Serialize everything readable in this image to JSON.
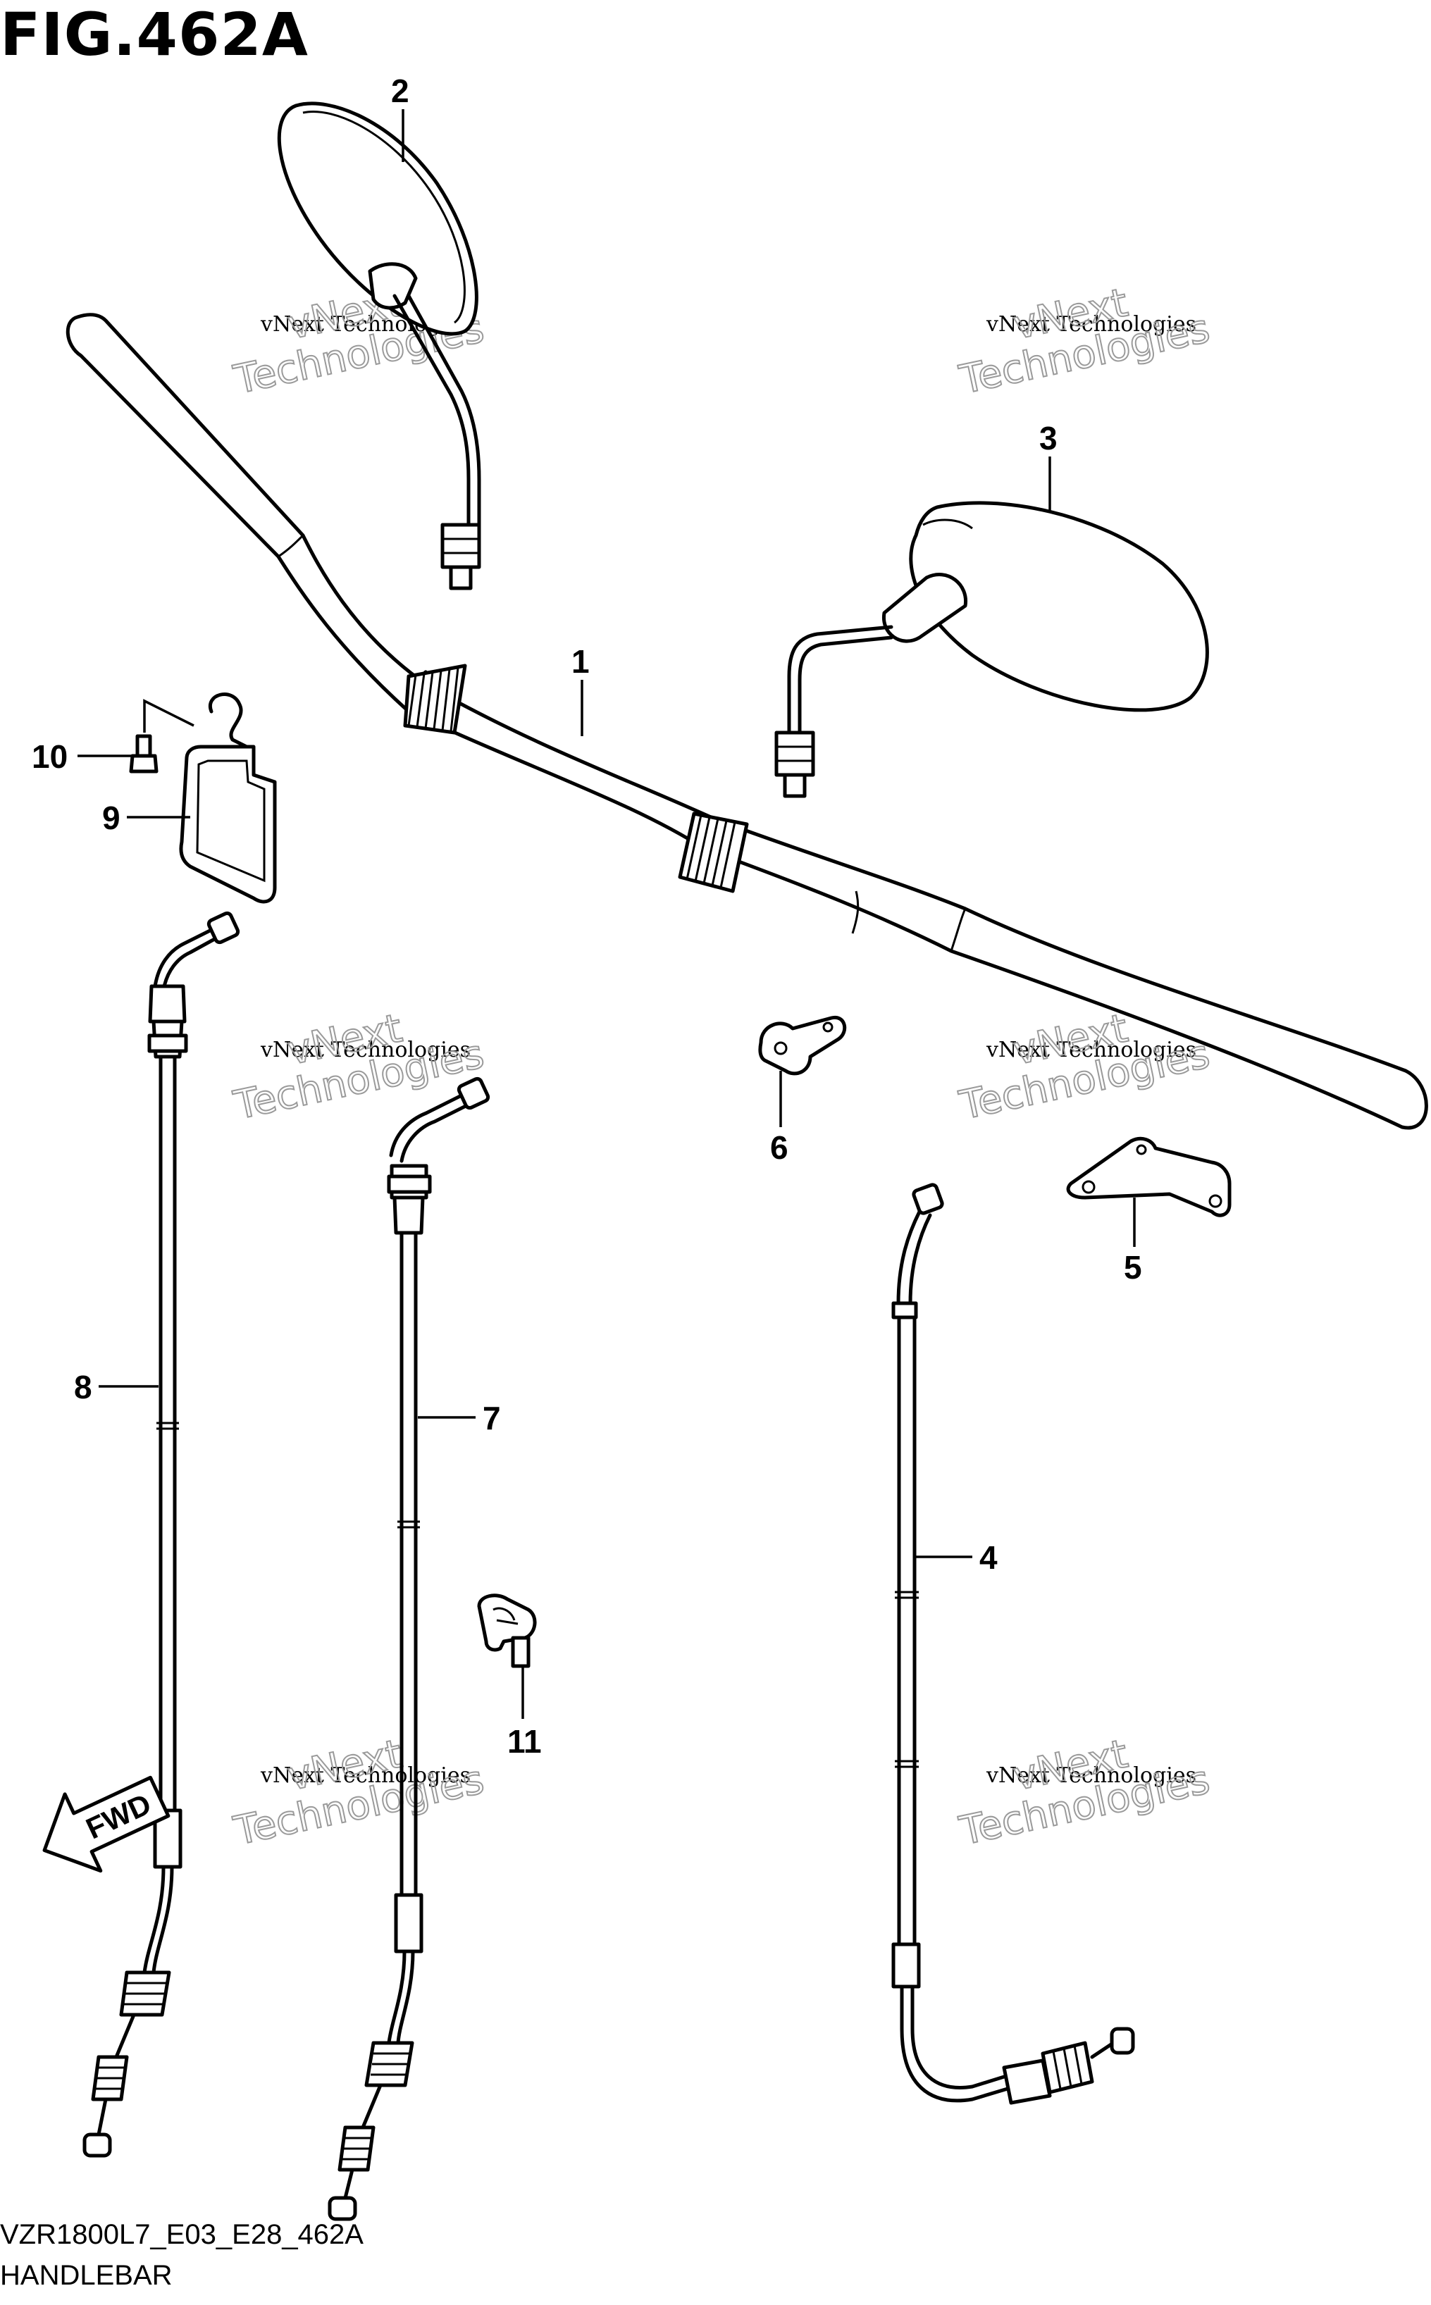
{
  "figure": {
    "title": "FIG.462A"
  },
  "footer": {
    "code": "VZR1800L7_E03_E28_462A",
    "name": "HANDLEBAR"
  },
  "callouts": [
    {
      "id": "1",
      "label": "1"
    },
    {
      "id": "2",
      "label": "2"
    },
    {
      "id": "3",
      "label": "3"
    },
    {
      "id": "4",
      "label": "4"
    },
    {
      "id": "5",
      "label": "5"
    },
    {
      "id": "6",
      "label": "6"
    },
    {
      "id": "7",
      "label": "7"
    },
    {
      "id": "8",
      "label": "8"
    },
    {
      "id": "9",
      "label": "9"
    },
    {
      "id": "10",
      "label": "10"
    },
    {
      "id": "11",
      "label": "11"
    }
  ],
  "watermark": {
    "line1": "vNext Technologies",
    "line2": "vNext",
    "line3": "Technologies"
  },
  "direction_arrow": {
    "label": "FWD"
  }
}
